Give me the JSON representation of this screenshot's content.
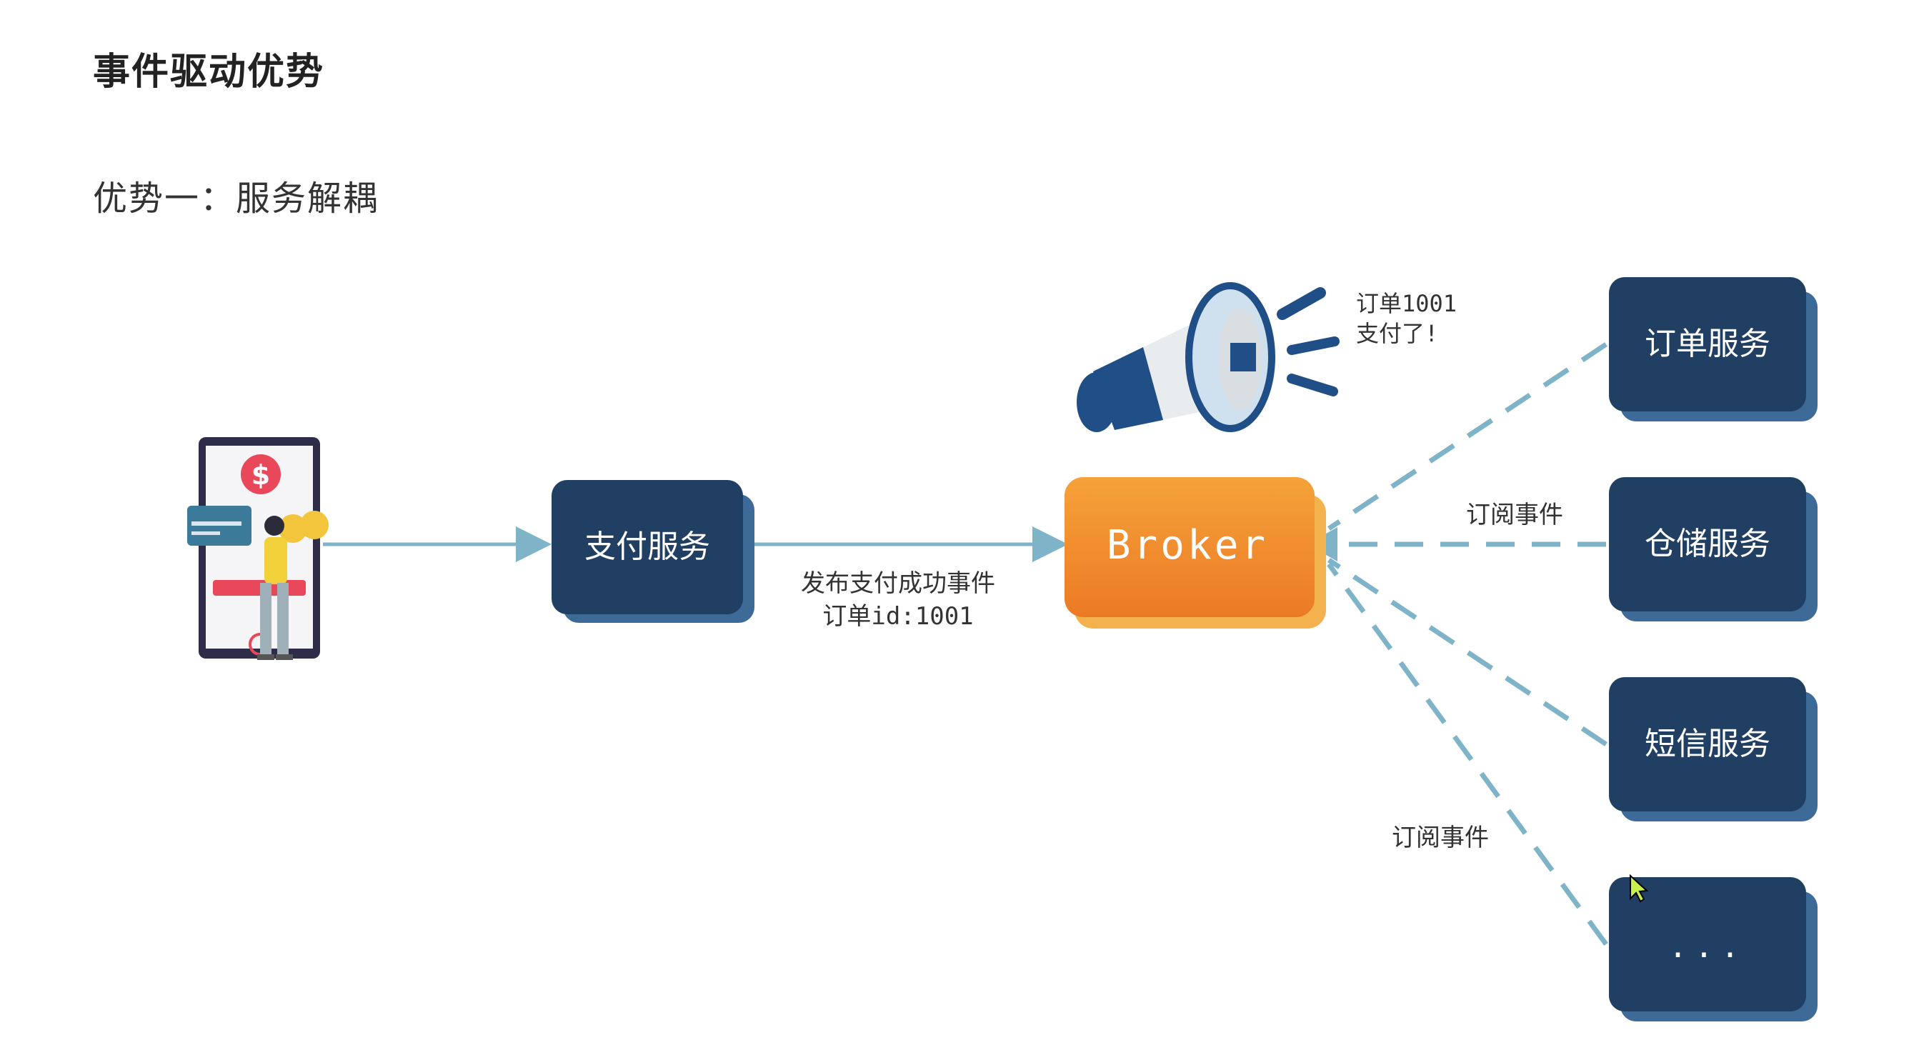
{
  "slide": {
    "title": "事件驱动优势",
    "subtitle": "优势一：服务解耦"
  },
  "nodes": {
    "payment_service": "支付服务",
    "broker": "Broker",
    "order_service": "订单服务",
    "storage_service": "仓储服务",
    "sms_service": "短信服务",
    "more_services": "..."
  },
  "edge_labels": {
    "publish_line1": "发布支付成功事件",
    "publish_line2": "订单id:1001",
    "subscribe_top": "订阅事件",
    "subscribe_bottom": "订阅事件"
  },
  "announcement": {
    "line1": "订单1001",
    "line2": "支付了!"
  },
  "colors": {
    "service_box": "#203f63",
    "service_box_back": "#3d6a96",
    "broker_box": "#f08a2c",
    "broker_box_back": "#f4b24e",
    "arrow": "#7fb3c8"
  },
  "icons": {
    "phone": "mobile-payment-icon",
    "megaphone": "megaphone-icon"
  }
}
